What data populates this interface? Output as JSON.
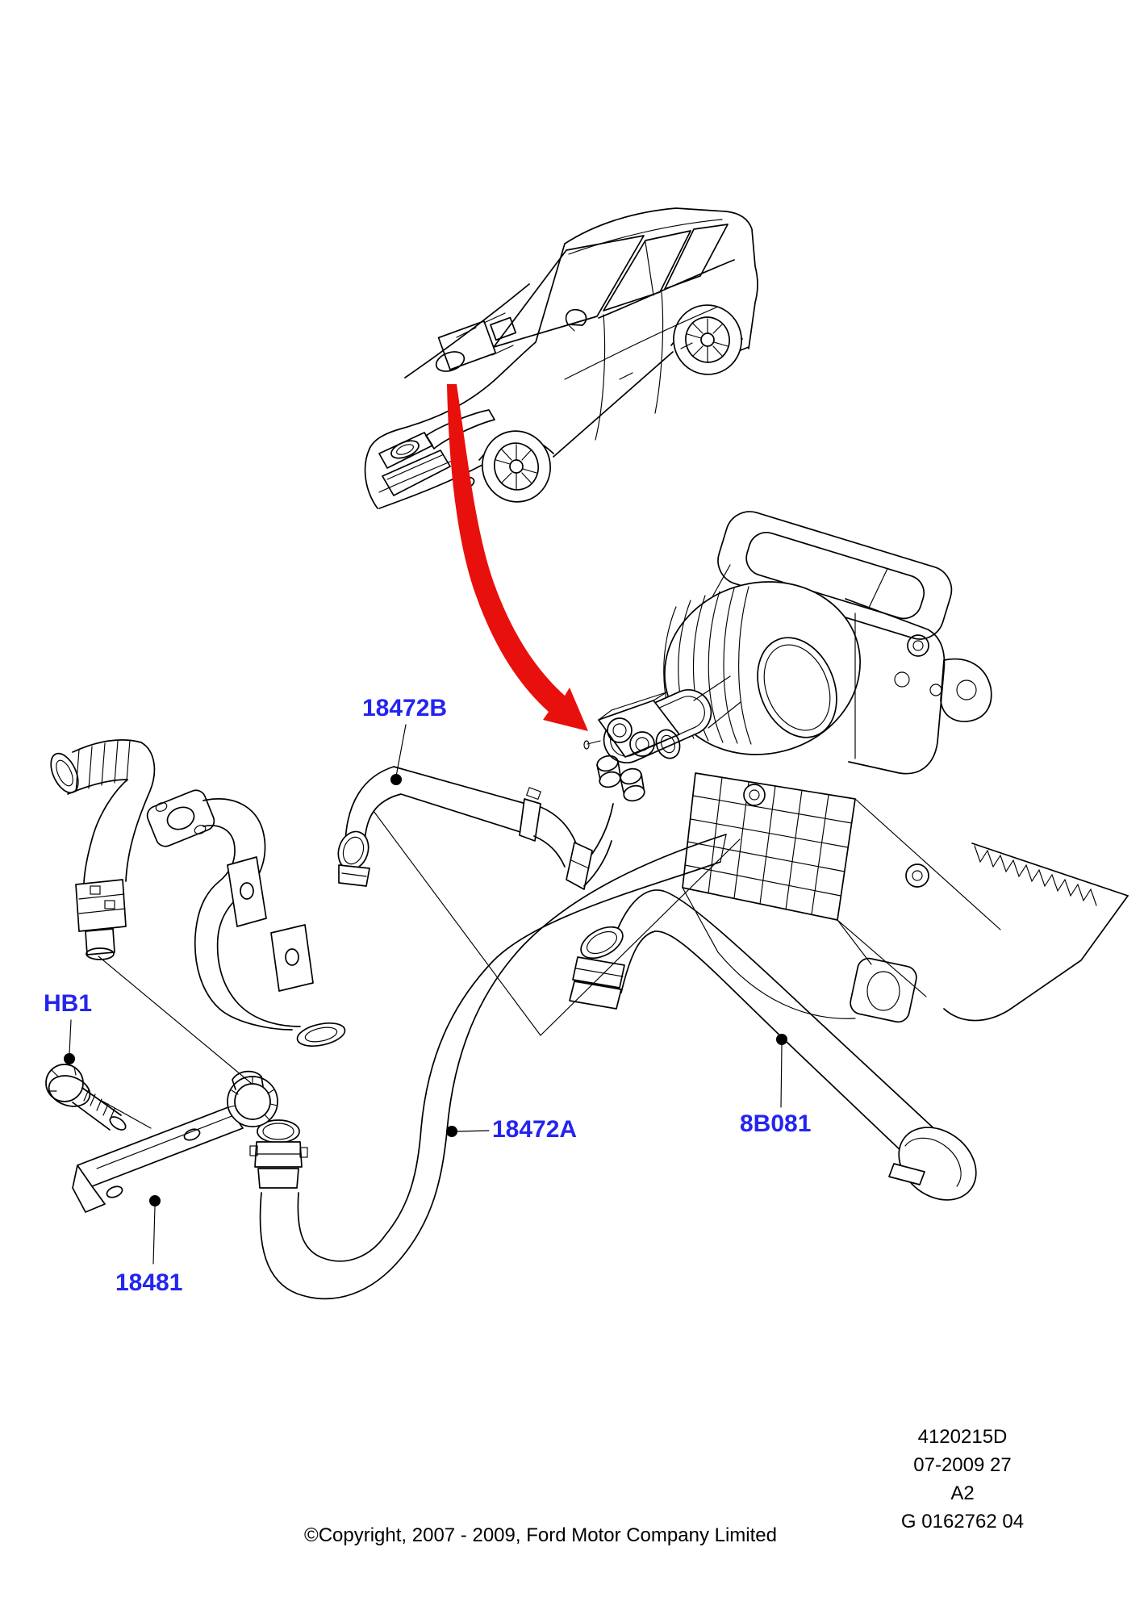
{
  "document": {
    "type": "parts-catalog-illustration",
    "copyright": "©Copyright, 2007 - 2009, Ford Motor Company Limited",
    "doc_info": {
      "line1": "4120215D",
      "line2": "07-2009 27",
      "line3": "A2",
      "line4": "G 0162762 04"
    }
  },
  "labels": {
    "hose_upper": "18472B",
    "bolt": "HB1",
    "hose_main": "18472A",
    "hose_aux": "8B081",
    "bracket": "18481"
  },
  "colors": {
    "label_blue": "#2424f0",
    "arrow_red": "#e8100c",
    "line_black": "#000000",
    "background": "#ffffff"
  },
  "icons": {
    "location_arrow": "red-curved-arrow pointing from car engine bay to heater unit",
    "leader_dot": "filled black callout dot"
  }
}
